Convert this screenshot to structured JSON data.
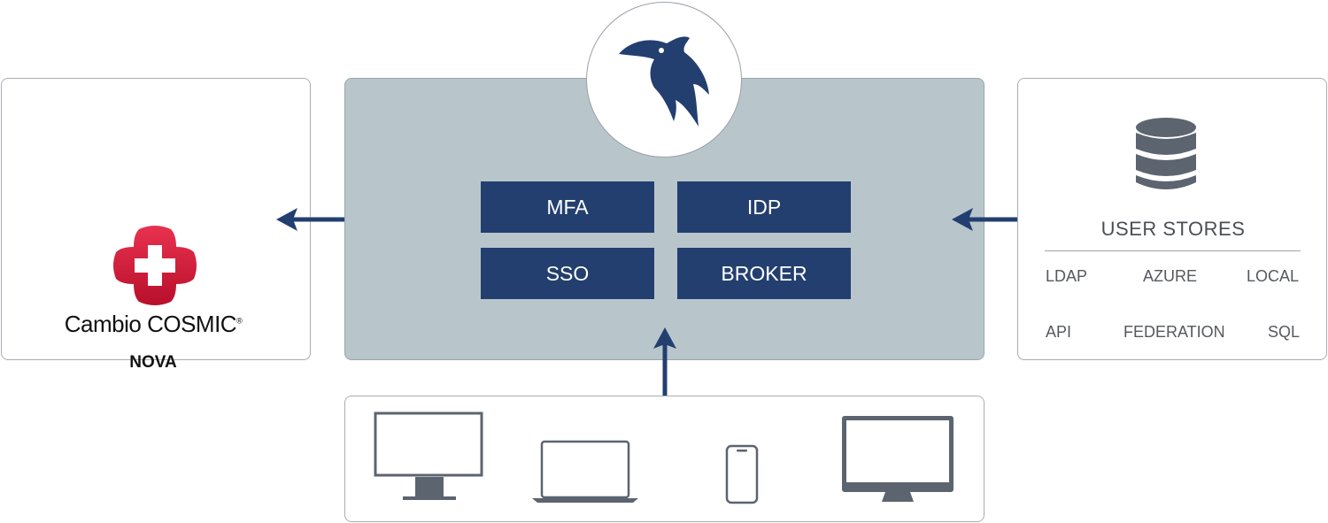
{
  "colors": {
    "navy": "#233f6f",
    "panel_gray": "#b8c6cc",
    "cambio_red": "#d6173a",
    "device_gray": "#5c6470",
    "border_gray": "#a9adb3"
  },
  "client": {
    "brand": "Cambio COSMIC",
    "registered_mark": "®",
    "product": "NOVA",
    "logo_icon": "medical-cross-icon"
  },
  "center": {
    "logo_icon": "bird-head-icon",
    "features": [
      "MFA",
      "IDP",
      "SSO",
      "BROKER"
    ]
  },
  "user_stores": {
    "icon": "database-icon",
    "title": "USER STORES",
    "items": [
      "LDAP",
      "AZURE",
      "LOCAL",
      "API",
      "FEDERATION",
      "SQL"
    ]
  },
  "devices": [
    "desktop-monitor-icon",
    "laptop-icon",
    "smartphone-icon",
    "imac-icon"
  ],
  "connectors": [
    "left-double-arrow-icon",
    "right-double-arrow-icon",
    "vertical-double-arrow-icon"
  ]
}
